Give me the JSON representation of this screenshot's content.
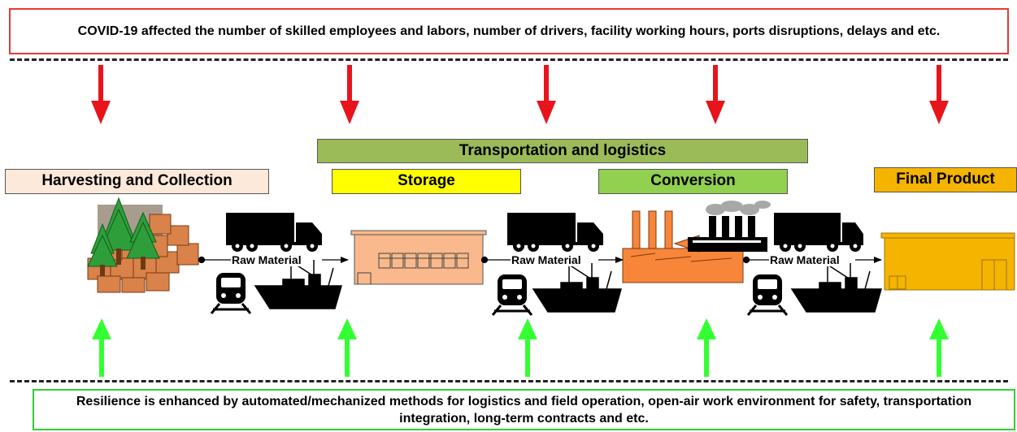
{
  "top_banner": "COVID-19 affected the number of skilled employees and labors, number of drivers, facility working hours, ports disruptions, delays and etc.",
  "bottom_banner": "Resilience is enhanced by automated/mechanized methods for logistics and field operation, open-air work environment for safety, transportation integration, long-term contracts and etc.",
  "stages": {
    "transport": "Transportation and logistics",
    "harvest": "Harvesting and Collection",
    "storage": "Storage",
    "conversion": "Conversion",
    "final": "Final Product"
  },
  "flow_labels": [
    "Raw Material",
    "Raw Material",
    "Raw Material"
  ],
  "colors": {
    "covid_arrow": "#e8141c",
    "resilience_arrow": "#33ff33",
    "transport": "#9bbb59",
    "harvest": "#fde9d9",
    "storage": "#ffff00",
    "conversion": "#92d050",
    "final": "#f4b400"
  },
  "icons": [
    "forest-crates-icon",
    "truck-icon",
    "train-icon",
    "ship-icon",
    "warehouse-icon",
    "factory-icon",
    "final-product-building-icon"
  ]
}
